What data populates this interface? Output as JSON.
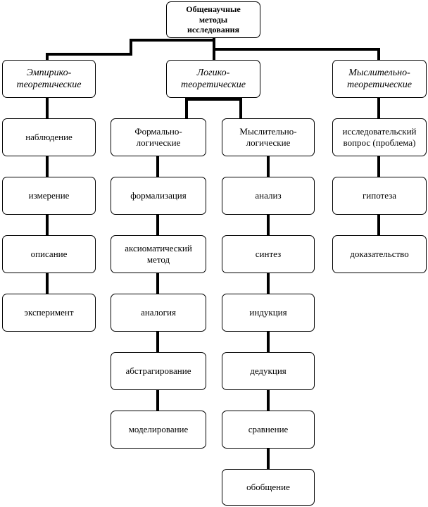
{
  "root": "Общенаучные\nметоды\nисследования",
  "empirical": {
    "title": "Эмпирико-\nтеоретические",
    "items": [
      "наблюдение",
      "измерение",
      "описание",
      "эксперимент"
    ]
  },
  "logical": {
    "title": "Логико-\nтеоретические",
    "formal": {
      "title": "Формально-\nлогические",
      "items": [
        "формализация",
        "аксиоматический\nметод",
        "аналогия",
        "абстрагирование",
        "моделирование"
      ]
    },
    "mental": {
      "title": "Мыслительно-\nлогические",
      "items": [
        "анализ",
        "синтез",
        "индукция",
        "дедукция",
        "сравнение",
        "обобщение"
      ]
    }
  },
  "thought": {
    "title": "Мыслительно-\nтеоретические",
    "items": [
      "исследовательский\nвопрос (проблема)",
      "гипотеза",
      "доказательство"
    ]
  }
}
